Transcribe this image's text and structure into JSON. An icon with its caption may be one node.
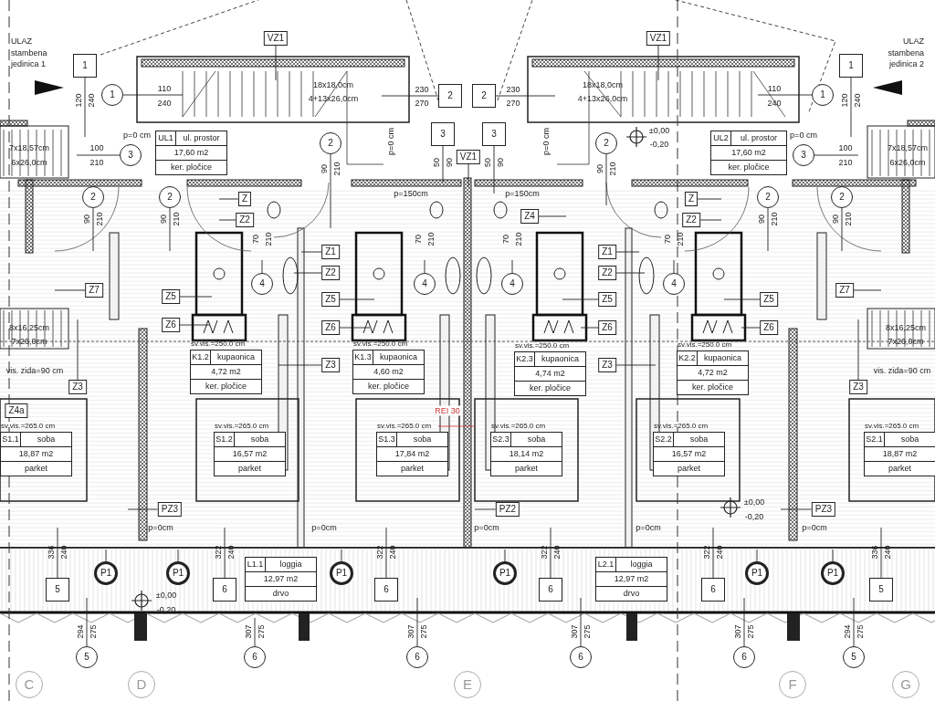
{
  "diagram": {
    "nodes": [
      {
        "text": [
          "UL1",
          "ul. prostor",
          "17,60 m2",
          "ker. pločice"
        ]
      },
      {
        "text": [
          "UL2",
          "ul. prostor",
          "17,60 m2",
          "ker. pločice"
        ]
      },
      {
        "text": [
          "K1.2",
          "kupaonica",
          "4,72 m2",
          "ker. pločice"
        ],
        "beside": [
          "sv.vis.=250.0 cm"
        ]
      },
      {
        "text": [
          "K1.3",
          "kupaonica",
          "4,60 m2",
          "ker. pločice"
        ],
        "beside": [
          "sv.vis.=250.0 cm"
        ]
      },
      {
        "text": [
          "K2.3",
          "kupaonica",
          "4,74 m2",
          "ker. pločice"
        ],
        "beside": [
          "sv.vis.=250.0 cm"
        ]
      },
      {
        "text": [
          "K2.2",
          "kupaonica",
          "4,72 m2",
          "ker. pločice"
        ],
        "beside": [
          "sv.vis.=250.0 cm"
        ]
      },
      {
        "text": [
          "S1.1",
          "soba",
          "18,87 m2",
          "parket"
        ],
        "beside": [
          "sv.vis.=265.0 cm"
        ]
      },
      {
        "text": [
          "S1.2",
          "soba",
          "16,57 m2",
          "parket"
        ],
        "beside": [
          "sv.vis.=265.0 cm"
        ]
      },
      {
        "text": [
          "S1.3",
          "soba",
          "17,84 m2",
          "parket"
        ],
        "beside": [
          "sv.vis.=265.0 cm"
        ]
      },
      {
        "text": [
          "S2.3",
          "soba",
          "18,14 m2",
          "parket"
        ],
        "beside": [
          "sv.vis.=265.0 cm"
        ]
      },
      {
        "text": [
          "S2.2",
          "soba",
          "16,57 m2",
          "parket"
        ],
        "beside": [
          "sv.vis.=265.0 cm"
        ]
      },
      {
        "text": [
          "S2.1",
          "soba",
          "18,87 m2",
          "parket"
        ],
        "beside": [
          "sv.vis.=265.0 cm"
        ]
      },
      {
        "text": [
          "L1.1",
          "loggia",
          "12,97 m2",
          "drvo"
        ]
      },
      {
        "text": [
          "L2.1",
          "loggia",
          "12,97 m2",
          "drvo"
        ]
      },
      {
        "text": [
          "VZ1"
        ]
      },
      {
        "text": [
          "VZ1"
        ]
      },
      {
        "text": [
          "VZ1"
        ]
      },
      {
        "text": [
          "1"
        ]
      },
      {
        "text": [
          "1"
        ]
      },
      {
        "text": [
          "1"
        ]
      },
      {
        "text": [
          "1"
        ]
      },
      {
        "text": [
          "2"
        ]
      },
      {
        "text": [
          "2"
        ]
      },
      {
        "text": [
          "3"
        ]
      },
      {
        "text": [
          "3"
        ]
      },
      {
        "text": [
          "3"
        ]
      },
      {
        "text": [
          "3"
        ]
      },
      {
        "text": [
          "2"
        ]
      },
      {
        "text": [
          "2"
        ]
      },
      {
        "text": [
          "2"
        ]
      },
      {
        "text": [
          "2"
        ]
      },
      {
        "text": [
          "2"
        ]
      },
      {
        "text": [
          "2"
        ]
      },
      {
        "text": [
          "Z"
        ]
      },
      {
        "text": [
          "Z2"
        ]
      },
      {
        "text": [
          "Z4"
        ]
      },
      {
        "text": [
          "Z"
        ]
      },
      {
        "text": [
          "Z2"
        ]
      },
      {
        "text": [
          "Z1"
        ]
      },
      {
        "text": [
          "Z2"
        ]
      },
      {
        "text": [
          "Z1"
        ]
      },
      {
        "text": [
          "Z2"
        ]
      },
      {
        "text": [
          "Z7"
        ]
      },
      {
        "text": [
          "Z7"
        ]
      },
      {
        "text": [
          "Z5"
        ]
      },
      {
        "text": [
          "Z5"
        ]
      },
      {
        "text": [
          "Z5"
        ]
      },
      {
        "text": [
          "Z5"
        ]
      },
      {
        "text": [
          "Z6"
        ]
      },
      {
        "text": [
          "Z6"
        ]
      },
      {
        "text": [
          "Z6"
        ]
      },
      {
        "text": [
          "Z6"
        ]
      },
      {
        "text": [
          "Z3"
        ]
      },
      {
        "text": [
          "Z3"
        ]
      },
      {
        "text": [
          "Z3"
        ]
      },
      {
        "text": [
          "Z3"
        ]
      },
      {
        "text": [
          "Z4a"
        ]
      },
      {
        "text": [
          "4"
        ]
      },
      {
        "text": [
          "4"
        ]
      },
      {
        "text": [
          "4"
        ]
      },
      {
        "text": [
          "4"
        ]
      },
      {
        "text": [
          "PZ3"
        ]
      },
      {
        "text": [
          "PZ2"
        ]
      },
      {
        "text": [
          "PZ3"
        ]
      },
      {
        "text": [
          "P1"
        ]
      },
      {
        "text": [
          "P1"
        ]
      },
      {
        "text": [
          "P1"
        ]
      },
      {
        "text": [
          "P1"
        ]
      },
      {
        "text": [
          "P1"
        ]
      },
      {
        "text": [
          "P1"
        ]
      },
      {
        "text": [
          "5"
        ]
      },
      {
        "text": [
          "6"
        ]
      },
      {
        "text": [
          "6"
        ]
      },
      {
        "text": [
          "6"
        ]
      },
      {
        "text": [
          "6"
        ]
      },
      {
        "text": [
          "5"
        ]
      },
      {
        "text": [
          "5"
        ]
      },
      {
        "text": [
          "6"
        ]
      },
      {
        "text": [
          "6"
        ]
      },
      {
        "text": [
          "6"
        ]
      },
      {
        "text": [
          "6"
        ]
      },
      {
        "text": [
          "5"
        ]
      },
      {
        "text": [
          "C"
        ]
      },
      {
        "text": [
          "D"
        ]
      },
      {
        "text": [
          "E"
        ]
      },
      {
        "text": [
          "F"
        ]
      },
      {
        "text": [
          "G"
        ]
      }
    ],
    "edges": [
      {
        "from": 14,
        "to": null,
        "arrow": "none"
      },
      {
        "from": 15,
        "to": null,
        "arrow": "none"
      },
      {
        "from": 16,
        "to": null,
        "arrow": "none"
      },
      {
        "from": 17,
        "to": null,
        "arrow": "none"
      },
      {
        "from": 18,
        "to": null,
        "arrow": "none"
      },
      {
        "from": 19,
        "to": null,
        "arrow": "none"
      },
      {
        "from": 20,
        "to": null,
        "arrow": "none"
      },
      {
        "from": 21,
        "to": null,
        "arrow": "none"
      },
      {
        "from": 22,
        "to": null,
        "arrow": "none"
      },
      {
        "from": 23,
        "to": null,
        "arrow": "none"
      },
      {
        "from": 24,
        "to": null,
        "arrow": "none"
      },
      {
        "from": 25,
        "to": null,
        "arrow": "none"
      },
      {
        "from": 26,
        "to": null,
        "arrow": "none"
      },
      {
        "from": 27,
        "to": null,
        "arrow": "none"
      },
      {
        "from": 28,
        "to": null,
        "arrow": "none"
      },
      {
        "from": 29,
        "to": null,
        "arrow": "none"
      },
      {
        "from": 30,
        "to": null,
        "arrow": "none"
      },
      {
        "from": 31,
        "to": null,
        "arrow": "none"
      },
      {
        "from": 32,
        "to": null,
        "arrow": "none"
      },
      {
        "from": 33,
        "to": null,
        "arrow": "none"
      },
      {
        "from": 34,
        "to": null,
        "arrow": "none"
      },
      {
        "from": 35,
        "to": null,
        "arrow": "none"
      },
      {
        "from": 36,
        "to": null,
        "arrow": "none"
      },
      {
        "from": 37,
        "to": null,
        "arrow": "none"
      },
      {
        "from": 38,
        "to": null,
        "arrow": "none"
      },
      {
        "from": 39,
        "to": null,
        "arrow": "none"
      },
      {
        "from": 40,
        "to": null,
        "arrow": "none"
      },
      {
        "from": 41,
        "to": null,
        "arrow": "none"
      },
      {
        "from": 42,
        "to": null,
        "arrow": "none"
      },
      {
        "from": 43,
        "to": null,
        "arrow": "none"
      },
      {
        "from": 44,
        "to": null,
        "arrow": "none"
      },
      {
        "from": 45,
        "to": null,
        "arrow": "none"
      },
      {
        "from": 46,
        "to": null,
        "arrow": "none"
      },
      {
        "from": 47,
        "to": null,
        "arrow": "none"
      },
      {
        "from": 48,
        "to": null,
        "arrow": "none"
      },
      {
        "from": 49,
        "to": null,
        "arrow": "none"
      },
      {
        "from": 50,
        "to": null,
        "arrow": "none"
      },
      {
        "from": 51,
        "to": null,
        "arrow": "none"
      },
      {
        "from": 52,
        "to": null,
        "arrow": "none"
      },
      {
        "from": 53,
        "to": null,
        "arrow": "none"
      },
      {
        "from": 54,
        "to": null,
        "arrow": "none"
      },
      {
        "from": 55,
        "to": null,
        "arrow": "none"
      },
      {
        "from": 57,
        "to": null,
        "arrow": "none"
      },
      {
        "from": 58,
        "to": null,
        "arrow": "none"
      },
      {
        "from": 59,
        "to": null,
        "arrow": "none"
      },
      {
        "from": 60,
        "to": null,
        "arrow": "none"
      },
      {
        "from": 61,
        "to": null,
        "arrow": "none"
      },
      {
        "from": 62,
        "to": null,
        "arrow": "none"
      },
      {
        "from": 63,
        "to": null,
        "arrow": "none"
      },
      {
        "from": 64,
        "to": null,
        "arrow": "none"
      },
      {
        "from": 65,
        "to": null,
        "arrow": "none"
      },
      {
        "from": 66,
        "to": null,
        "arrow": "none"
      },
      {
        "from": 67,
        "to": null,
        "arrow": "none"
      },
      {
        "from": 68,
        "to": null,
        "arrow": "none"
      },
      {
        "from": 69,
        "to": null,
        "arrow": "none"
      },
      {
        "from": 70,
        "to": null,
        "arrow": "none"
      },
      {
        "from": 71,
        "to": null,
        "arrow": "none"
      },
      {
        "from": 72,
        "to": null,
        "arrow": "none"
      },
      {
        "from": 73,
        "to": null,
        "arrow": "none"
      },
      {
        "from": 74,
        "to": null,
        "arrow": "none"
      },
      {
        "from": 75,
        "to": null,
        "arrow": "none"
      },
      {
        "from": 76,
        "to": null,
        "arrow": "none"
      },
      {
        "from": 77,
        "to": null,
        "arrow": "none"
      },
      {
        "from": 78,
        "to": null,
        "arrow": "none"
      },
      {
        "from": 79,
        "to": null,
        "arrow": "none"
      },
      {
        "from": 80,
        "to": null,
        "arrow": "none"
      },
      {
        "from": 81,
        "to": null,
        "arrow": "none"
      }
    ],
    "labels": [
      "ULAZ stambena jedinica 1",
      "ULAZ stambena jedinica 2",
      "110",
      "240",
      "18x18,0cm",
      "4+13x26,0cm",
      "230",
      "270",
      "230",
      "270",
      "18x18,0cm",
      "4+13x26,0cm",
      "110",
      "240",
      "120",
      "240",
      "120",
      "240",
      "p=0 cm",
      "p=0 cm",
      "7x18,57cm",
      "6x26,0cm",
      "100",
      "210",
      "p=0 cm",
      "p=0 cm",
      "±0,00",
      "-0,20",
      "100",
      "210",
      "7x18,57cm",
      "6x26,0cm",
      "90",
      "210",
      "50",
      "90",
      "50",
      "90",
      "90",
      "210",
      "p=150cm",
      "p=150cm",
      "90",
      "210",
      "90",
      "210",
      "90",
      "210",
      "90",
      "210",
      "70",
      "210",
      "70",
      "210",
      "70",
      "210",
      "70",
      "210",
      "8x16,25cm",
      "7x26,0cm",
      "8x16,25cm",
      "7x26,0cm",
      "vis. zida=90 cm",
      "vis. zida=90 cm",
      "REI 30",
      "±0,00",
      "-0,20",
      "p=0cm",
      "p=0cm",
      "p=0cm",
      "p=0cm",
      "p=0cm",
      "336",
      "240",
      "322",
      "240",
      "322",
      "240",
      "322",
      "240",
      "322",
      "240",
      "336",
      "240",
      "±0,00",
      "-0,20",
      "294",
      "275",
      "307",
      "275",
      "307",
      "275",
      "307",
      "275",
      "307",
      "275",
      "294",
      "275"
    ]
  }
}
